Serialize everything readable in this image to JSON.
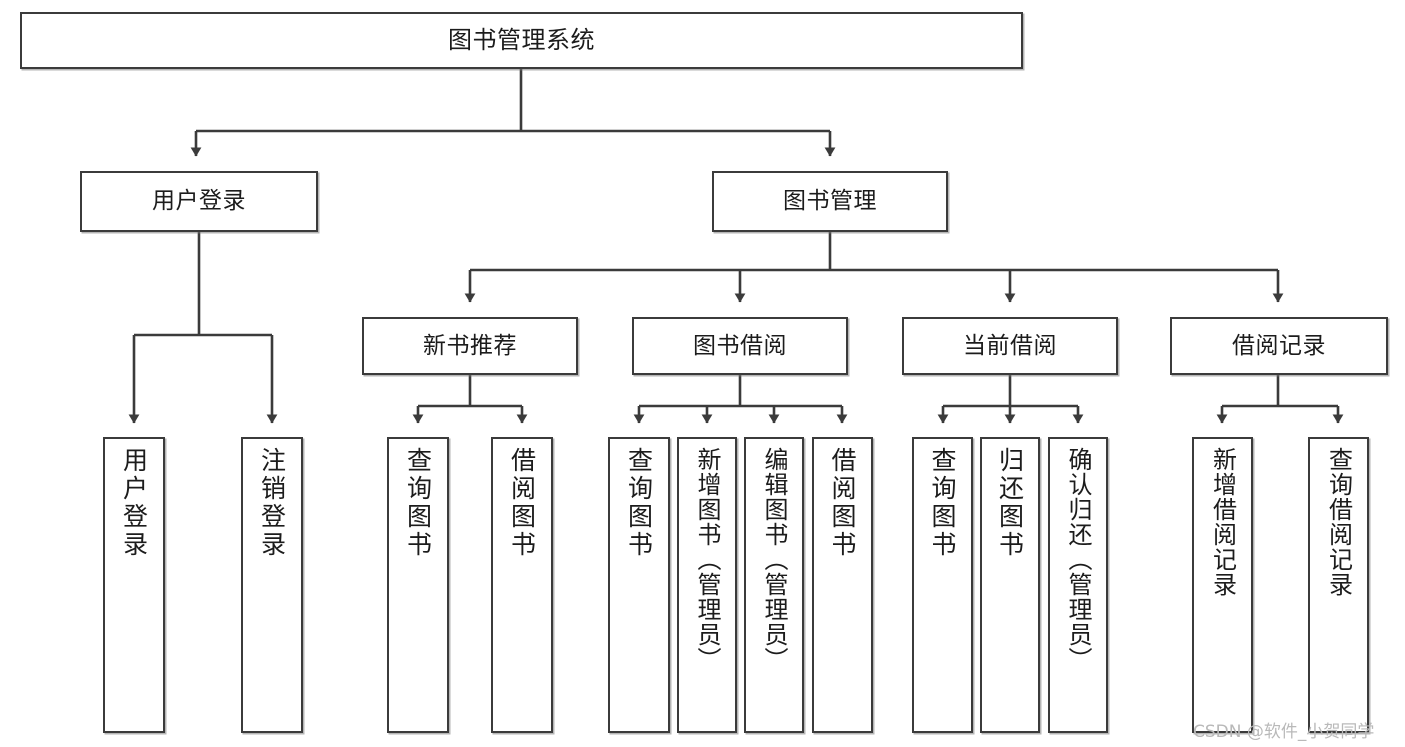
{
  "diagram": {
    "type": "tree-hierarchy",
    "title": "图书管理系统",
    "orientation": "top-down",
    "colors": {
      "box_border": "#3b3b3b",
      "box_fill": "#ffffff",
      "connector": "#3b3b3b",
      "text": "#1c1c1c",
      "watermark": "#b9b9b9",
      "background": "#ffffff"
    },
    "nodes": {
      "root": {
        "label": "图书管理系统"
      },
      "level2": [
        {
          "id": "user-login",
          "label": "用户登录"
        },
        {
          "id": "book-manage",
          "label": "图书管理"
        }
      ],
      "level3": [
        {
          "id": "new-book-recommend",
          "label": "新书推荐"
        },
        {
          "id": "book-borrow",
          "label": "图书借阅"
        },
        {
          "id": "current-borrow",
          "label": "当前借阅"
        },
        {
          "id": "borrow-record",
          "label": "借阅记录"
        }
      ],
      "leaves": {
        "user-login": [
          {
            "id": "leaf-user-login",
            "label": "用户登录"
          },
          {
            "id": "leaf-user-logout",
            "label": "注销登录"
          }
        ],
        "new-book-recommend": [
          {
            "id": "leaf-query-book-1",
            "label": "查询图书"
          },
          {
            "id": "leaf-borrow-book-1",
            "label": "借阅图书"
          }
        ],
        "book-borrow": [
          {
            "id": "leaf-query-book-2",
            "label": "查询图书"
          },
          {
            "id": "leaf-add-book",
            "label": "新增图书（管理员）"
          },
          {
            "id": "leaf-edit-book",
            "label": "编辑图书（管理员）"
          },
          {
            "id": "leaf-borrow-book-2",
            "label": "借阅图书"
          }
        ],
        "current-borrow": [
          {
            "id": "leaf-query-book-3",
            "label": "查询图书"
          },
          {
            "id": "leaf-return-book",
            "label": "归还图书"
          },
          {
            "id": "leaf-confirm-return",
            "label": "确认归还（管理员）"
          }
        ],
        "borrow-record": [
          {
            "id": "leaf-add-record",
            "label": "新增借阅记录"
          },
          {
            "id": "leaf-query-record",
            "label": "查询借阅记录"
          }
        ]
      }
    },
    "watermark": "CSDN @软件_小贺同学"
  }
}
